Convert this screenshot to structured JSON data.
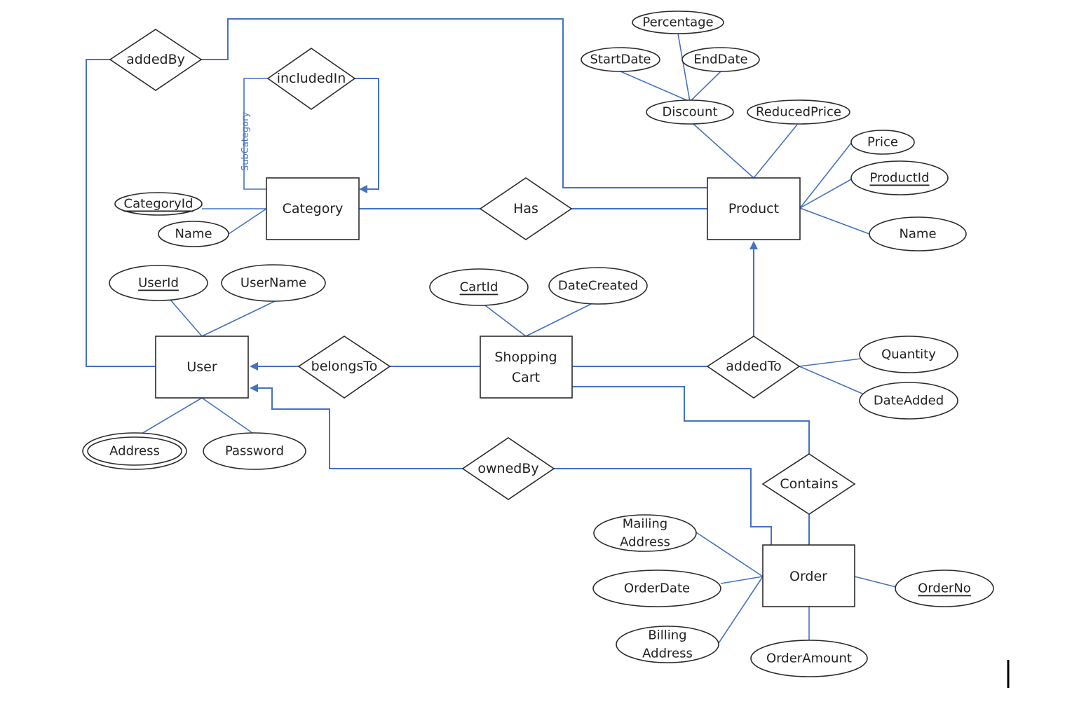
{
  "entities": {
    "category": "Category",
    "product": "Product",
    "user": "User",
    "cart_line1": "Shopping",
    "cart_line2": "Cart",
    "order": "Order"
  },
  "relationships": {
    "added_by": "addedBy",
    "included_in": "includedIn",
    "has": "Has",
    "belongs_to": "belongsTo",
    "added_to": "addedTo",
    "owned_by": "ownedBy",
    "contains": "Contains"
  },
  "role_labels": {
    "subcategory": "SubCategory"
  },
  "attributes": {
    "percentage": "Percentage",
    "start_date": "StartDate",
    "end_date": "EndDate",
    "discount": "Discount",
    "reduced_price": "ReducedPrice",
    "price": "Price",
    "product_id": "ProductId",
    "product_name": "Name",
    "category_id": "CategoryId",
    "category_name": "Name",
    "user_id": "UserId",
    "user_name": "UserName",
    "address": "Address",
    "password": "Password",
    "cart_id": "CartId",
    "date_created": "DateCreated",
    "quantity": "Quantity",
    "date_added": "DateAdded",
    "mailing_address_line1": "Mailing",
    "mailing_address_line2": "Address",
    "order_date": "OrderDate",
    "billing_address_line1": "Billing",
    "billing_address_line2": "Address",
    "order_amount": "OrderAmount",
    "order_no": "OrderNo"
  },
  "colors": {
    "connector": "#4472c4",
    "outline": "#2b2b2b"
  }
}
